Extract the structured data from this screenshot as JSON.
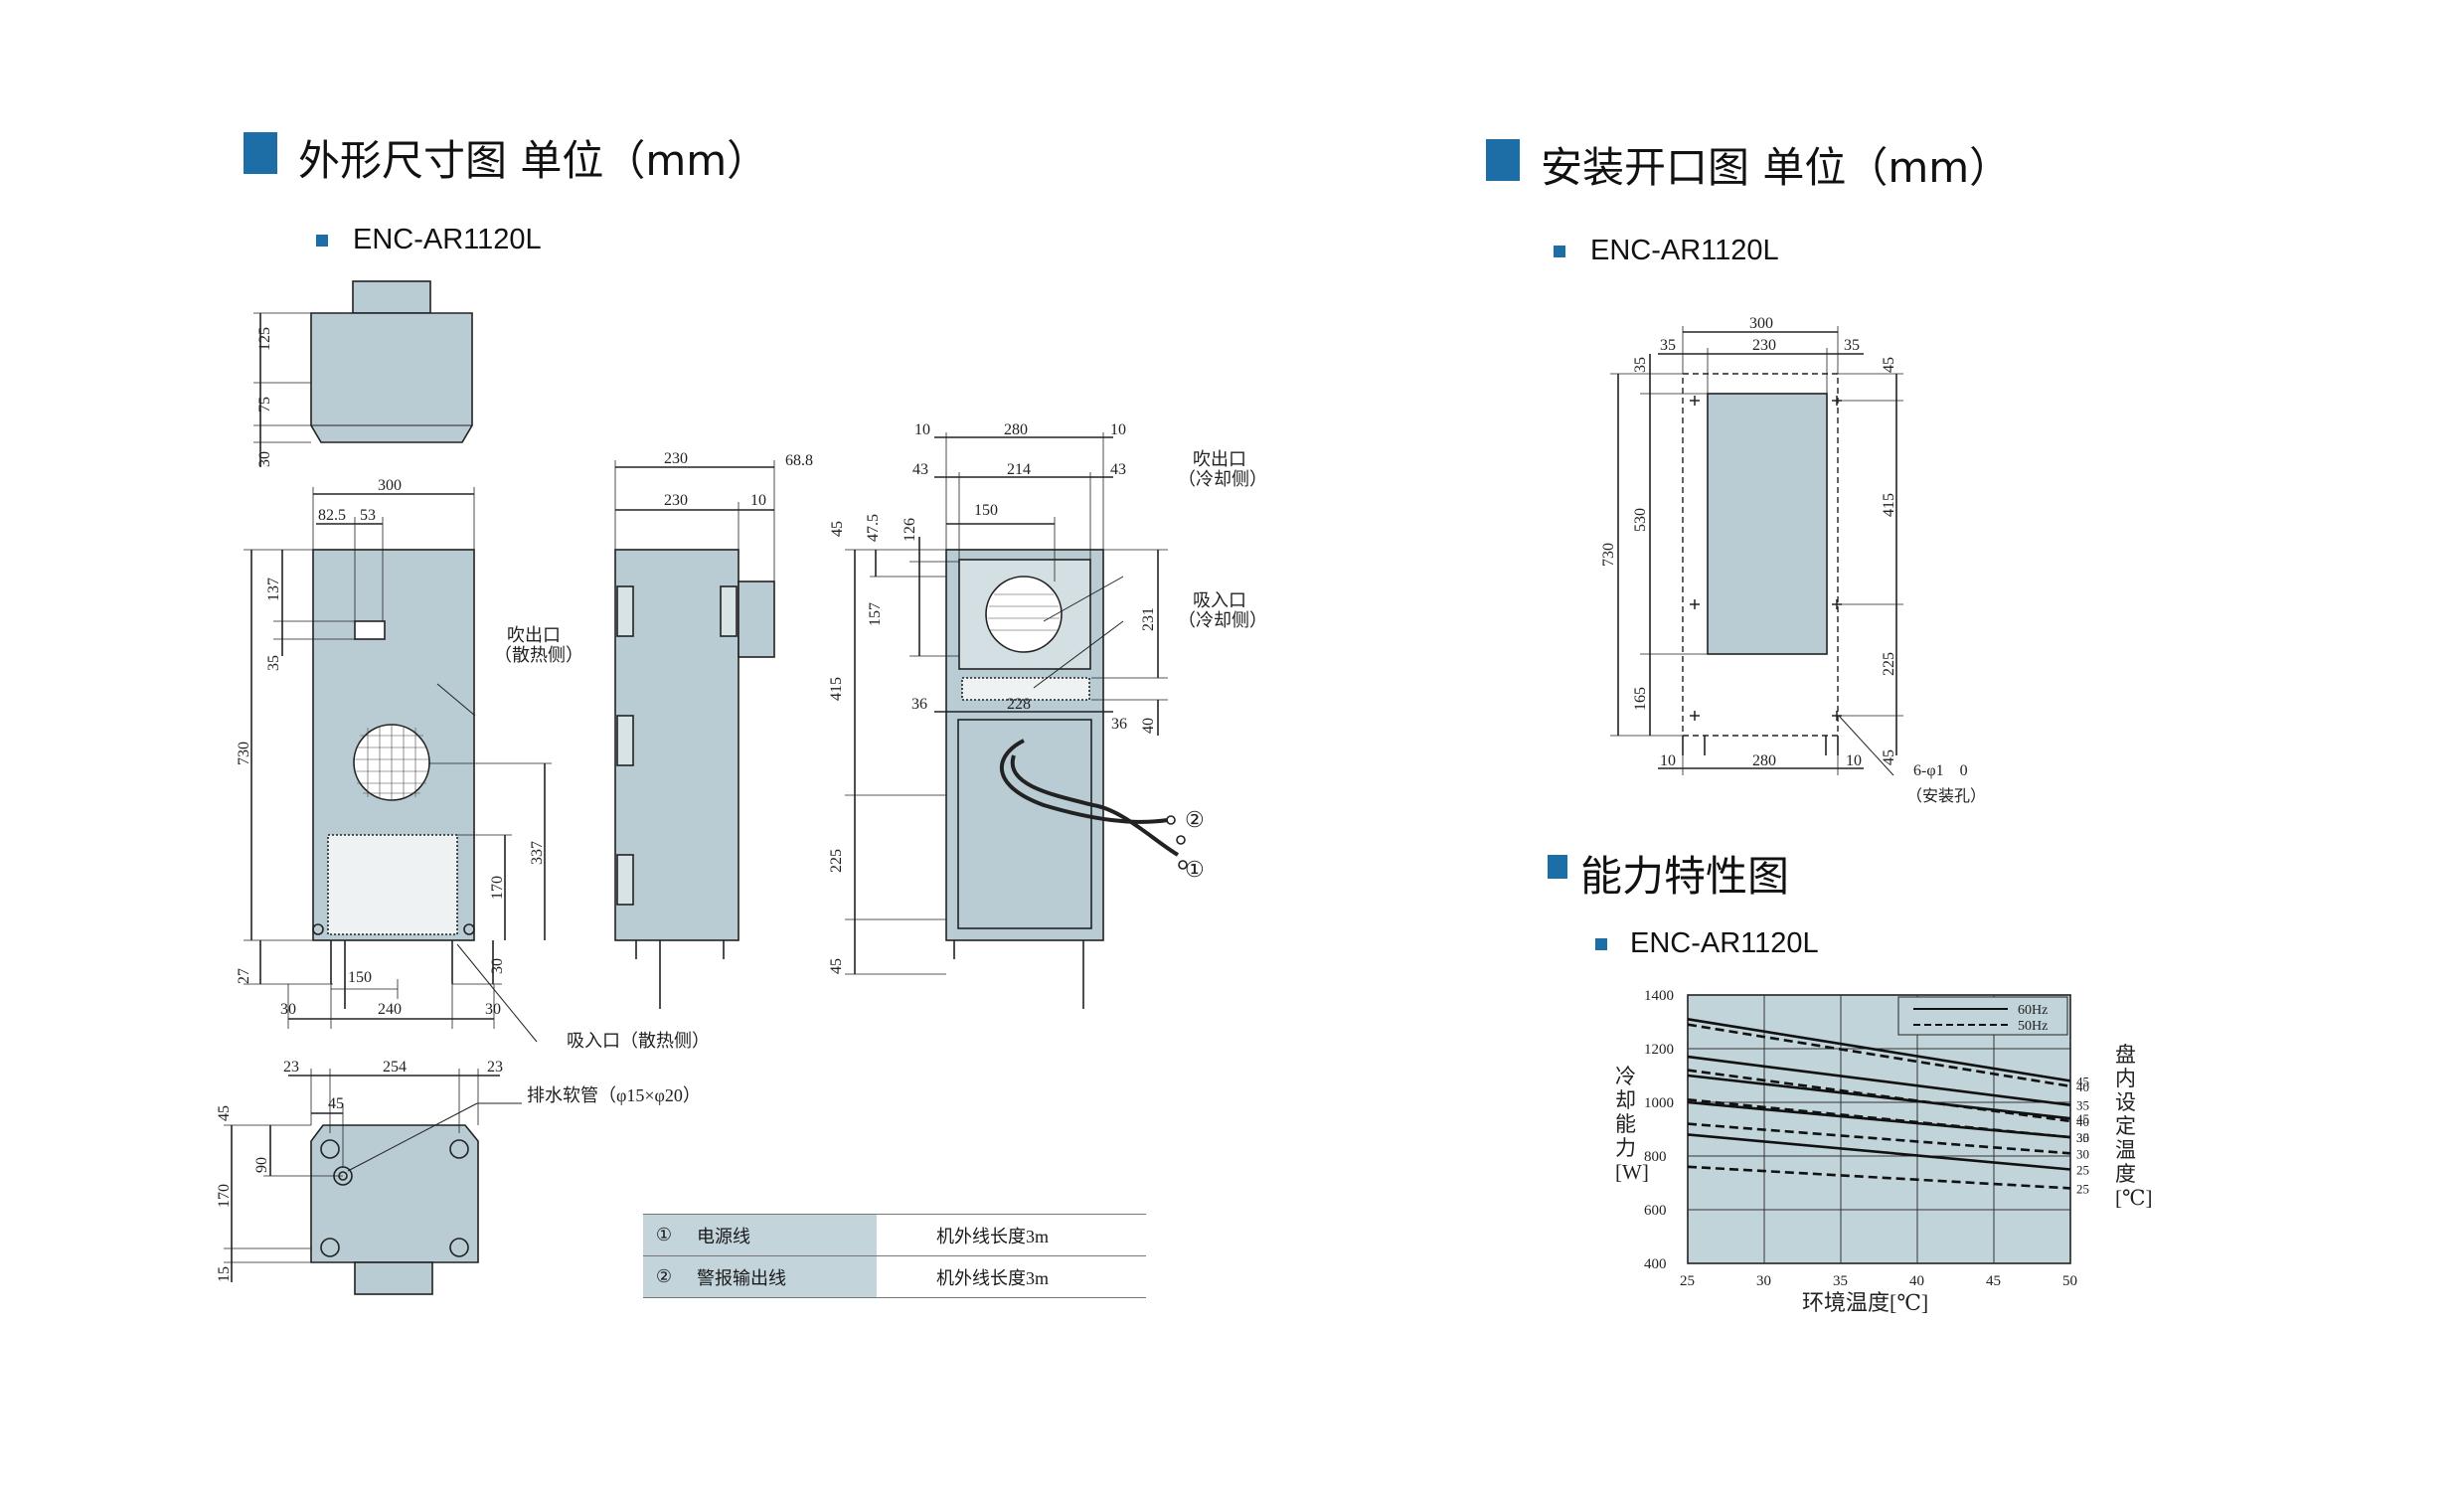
{
  "left_section": {
    "title": "外形尺寸图 单位（mm）",
    "model": "ENC-AR1120L",
    "top_view": {
      "dims": [
        "125",
        "75",
        "30"
      ]
    },
    "front_view": {
      "dims": [
        "300",
        "82.5",
        "53",
        "137",
        "35",
        "730",
        "27",
        "337",
        "170",
        "30",
        "150",
        "240",
        "30",
        "30"
      ],
      "label_exhaust": [
        "吹出口",
        "（散热侧）"
      ],
      "label_intake": "吸入口（散热侧）"
    },
    "side_view": {
      "dims": [
        "230",
        "68.8",
        "230",
        "10"
      ]
    },
    "back_view": {
      "dims": [
        "10",
        "280",
        "10",
        "43",
        "214",
        "43",
        "150",
        "45",
        "47.5",
        "126",
        "157",
        "415",
        "231",
        "36",
        "228",
        "36",
        "40",
        "225",
        "45"
      ],
      "label_exhaust": [
        "吹出口",
        "（冷却侧）"
      ],
      "label_intake": [
        "吸入口",
        "（冷却侧）"
      ],
      "cable_markers": [
        "②",
        "①"
      ]
    },
    "bottom_view": {
      "dims": [
        "23",
        "254",
        "23",
        "45",
        "45",
        "90",
        "170",
        "15"
      ],
      "drain_label": "排水软管（φ15×φ20）"
    },
    "cable_table": [
      {
        "num": "①",
        "name": "电源线",
        "note": "机外线长度3m"
      },
      {
        "num": "②",
        "name": "警报输出线",
        "note": "机外线长度3m"
      }
    ]
  },
  "right_section": {
    "title": "安装开口图 单位（mm）",
    "model": "ENC-AR1120L",
    "cutout": {
      "dims": [
        "300",
        "35",
        "230",
        "35",
        "35",
        "45",
        "530",
        "730",
        "415",
        "225",
        "165",
        "45",
        "10",
        "280",
        "10"
      ],
      "hole_label": "6-φ1　0",
      "hole_note": "（安装孔）"
    }
  },
  "performance": {
    "title": "能力特性图",
    "model": "ENC-AR1120L",
    "ylabel_chars": [
      "冷",
      "却",
      "能",
      "力",
      "[W]"
    ],
    "xlabel": "环境温度[℃]",
    "rlabel_chars": [
      "盘",
      "内",
      "设",
      "定",
      "温",
      "度",
      "[℃]"
    ]
  },
  "chart_data": {
    "type": "line",
    "xlabel": "环境温度[℃]",
    "ylabel": "冷却能力[W]",
    "xlim": [
      25,
      50
    ],
    "ylim": [
      400,
      1400
    ],
    "x_ticks": [
      "25",
      "30",
      "35",
      "40",
      "45",
      "50"
    ],
    "y_ticks": [
      "400",
      "600",
      "800",
      "1000",
      "1200",
      "1400"
    ],
    "grid": true,
    "legend": {
      "position": "top-right",
      "entries": [
        {
          "label": "60Hz",
          "style": "solid"
        },
        {
          "label": "50Hz",
          "style": "dashed"
        }
      ]
    },
    "right_tick_labels": [
      "45",
      "40",
      "35",
      "45",
      "40",
      "30",
      "35",
      "30",
      "25",
      "25"
    ],
    "x": [
      25,
      50
    ],
    "series": [
      {
        "name": "60Hz",
        "set_temp": "45",
        "style": "solid",
        "values": [
          1310,
          1080
        ]
      },
      {
        "name": "50Hz",
        "set_temp": "45",
        "style": "dashed",
        "values": [
          1290,
          1060
        ]
      },
      {
        "name": "60Hz",
        "set_temp": "40",
        "style": "solid",
        "values": [
          1170,
          990
        ]
      },
      {
        "name": "50Hz",
        "set_temp": "40",
        "style": "dashed",
        "values": [
          1120,
          930
        ]
      },
      {
        "name": "60Hz",
        "set_temp": "35",
        "style": "solid",
        "values": [
          1100,
          940
        ]
      },
      {
        "name": "50Hz",
        "set_temp": "35",
        "style": "dashed",
        "values": [
          1010,
          870
        ]
      },
      {
        "name": "60Hz",
        "set_temp": "30",
        "style": "solid",
        "values": [
          1000,
          870
        ]
      },
      {
        "name": "50Hz",
        "set_temp": "30",
        "style": "dashed",
        "values": [
          920,
          810
        ]
      },
      {
        "name": "60Hz",
        "set_temp": "25",
        "style": "solid",
        "values": [
          880,
          750
        ]
      },
      {
        "name": "50Hz",
        "set_temp": "25",
        "style": "dashed",
        "values": [
          760,
          680
        ]
      }
    ]
  },
  "colors": {
    "accent": "#1d6ea6",
    "unit_fill": "#b9ccd4",
    "chart_bg": "#c1d4da",
    "table_header": "#c3d4da"
  }
}
